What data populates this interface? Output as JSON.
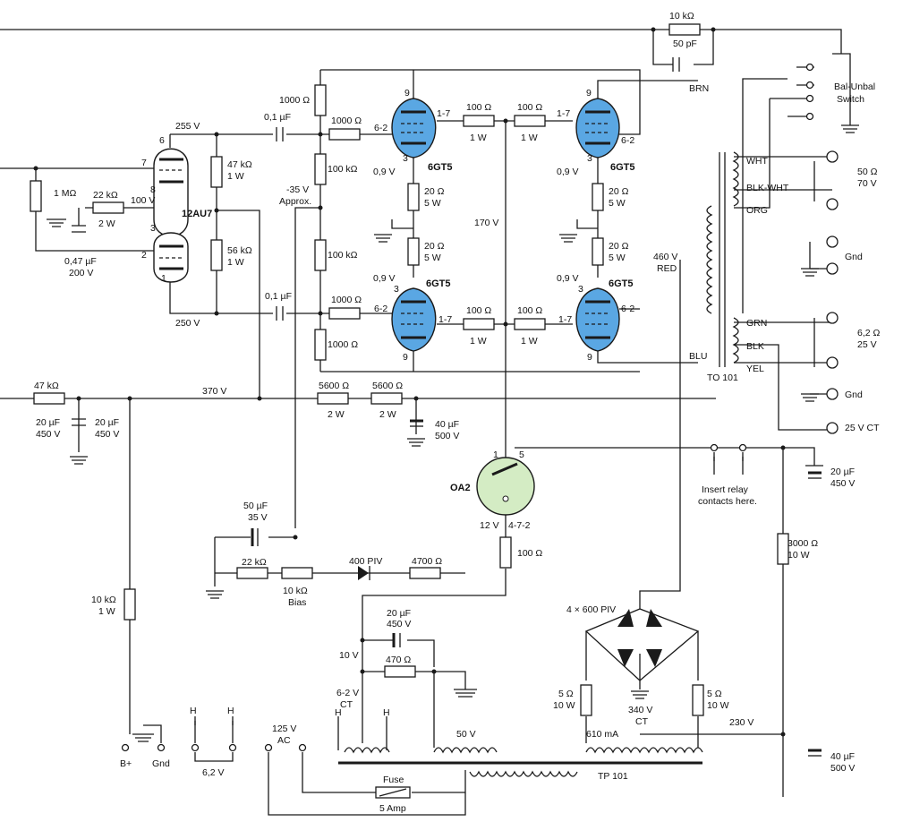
{
  "tubes": {
    "v1": "12AU7",
    "out": [
      "6GT5",
      "6GT5",
      "6GT5",
      "6GT5"
    ],
    "reg": "OA2"
  },
  "pins": {
    "p6": "6",
    "p7": "7",
    "p8": "8",
    "p3": "3",
    "p2": "2",
    "p1": "1",
    "p9": "9",
    "p62": "6-2",
    "p17": "1-7",
    "p472": "4-7-2",
    "p5": "5"
  },
  "voltages": {
    "v255": "255 V",
    "v100": "100 V",
    "v250": "250 V",
    "v35": "-35 V",
    "approx": "Approx.",
    "v09": "0,9 V",
    "v170": "170 V",
    "v370": "370 V",
    "v460": "460 V",
    "red": "RED",
    "v12": "12 V",
    "v10": "10 V",
    "v62ct": "6-2 V",
    "ct": "CT",
    "v50": "50 V",
    "v125": "125 V",
    "ac": "AC",
    "v340": "340 V",
    "v230": "230 V",
    "ma610": "610 mA",
    "v62": "6,2 V",
    "h": "H"
  },
  "components": {
    "r10k": "10 kΩ",
    "c50p": "50 pF",
    "r1000": "1000 Ω",
    "c01": "0,1 µF",
    "r47k": "47 kΩ",
    "w1": "1 W",
    "r1m": "1 MΩ",
    "r22k": "22 kΩ",
    "w2": "2 W",
    "c047": "0,47 µF",
    "v200": "200 V",
    "r56k": "56 kΩ",
    "r100k": "100 kΩ",
    "r100": "100 Ω",
    "r20": "20 Ω",
    "w5": "5 W",
    "c20u": "20 µF",
    "v450": "450 V",
    "r5600": "5600 Ω",
    "c40u": "40 µF",
    "v500": "500 V",
    "c50u": "50 µF",
    "v35": "35 V",
    "r10kpot": "10 kΩ",
    "bias": "Bias",
    "piv400": "400 PIV",
    "r4700": "4700 Ω",
    "r470": "470 Ω",
    "r5": "5 Ω",
    "w10": "10 W",
    "r3000": "3000 Ω",
    "bridge": "4 × 600 PIV",
    "fuse": "Fuse",
    "amp5": "5 Amp"
  },
  "labels": {
    "brn": "BRN",
    "blu": "BLU",
    "to101": "TO 101",
    "tp101": "TP 101",
    "balunbal": "Bal-Unbal",
    "switch": "Switch",
    "wht": "WHT",
    "blkwht": "BLK-WHT",
    "org": "ORG",
    "ohm50": "50 Ω",
    "v70": "70 V",
    "gnd": "Gnd",
    "grn": "GRN",
    "blk": "BLK",
    "yel": "YEL",
    "ohm62": "6,2 Ω",
    "v25": "25 V",
    "v25ct": "25 V CT",
    "insert1": "Insert relay",
    "insert2": "contacts here.",
    "bplus": "B+"
  },
  "colors": {
    "output_tube": "#5aa7e3",
    "regulator_tube": "#d4ecc4",
    "wire": "#1a1a1a"
  }
}
